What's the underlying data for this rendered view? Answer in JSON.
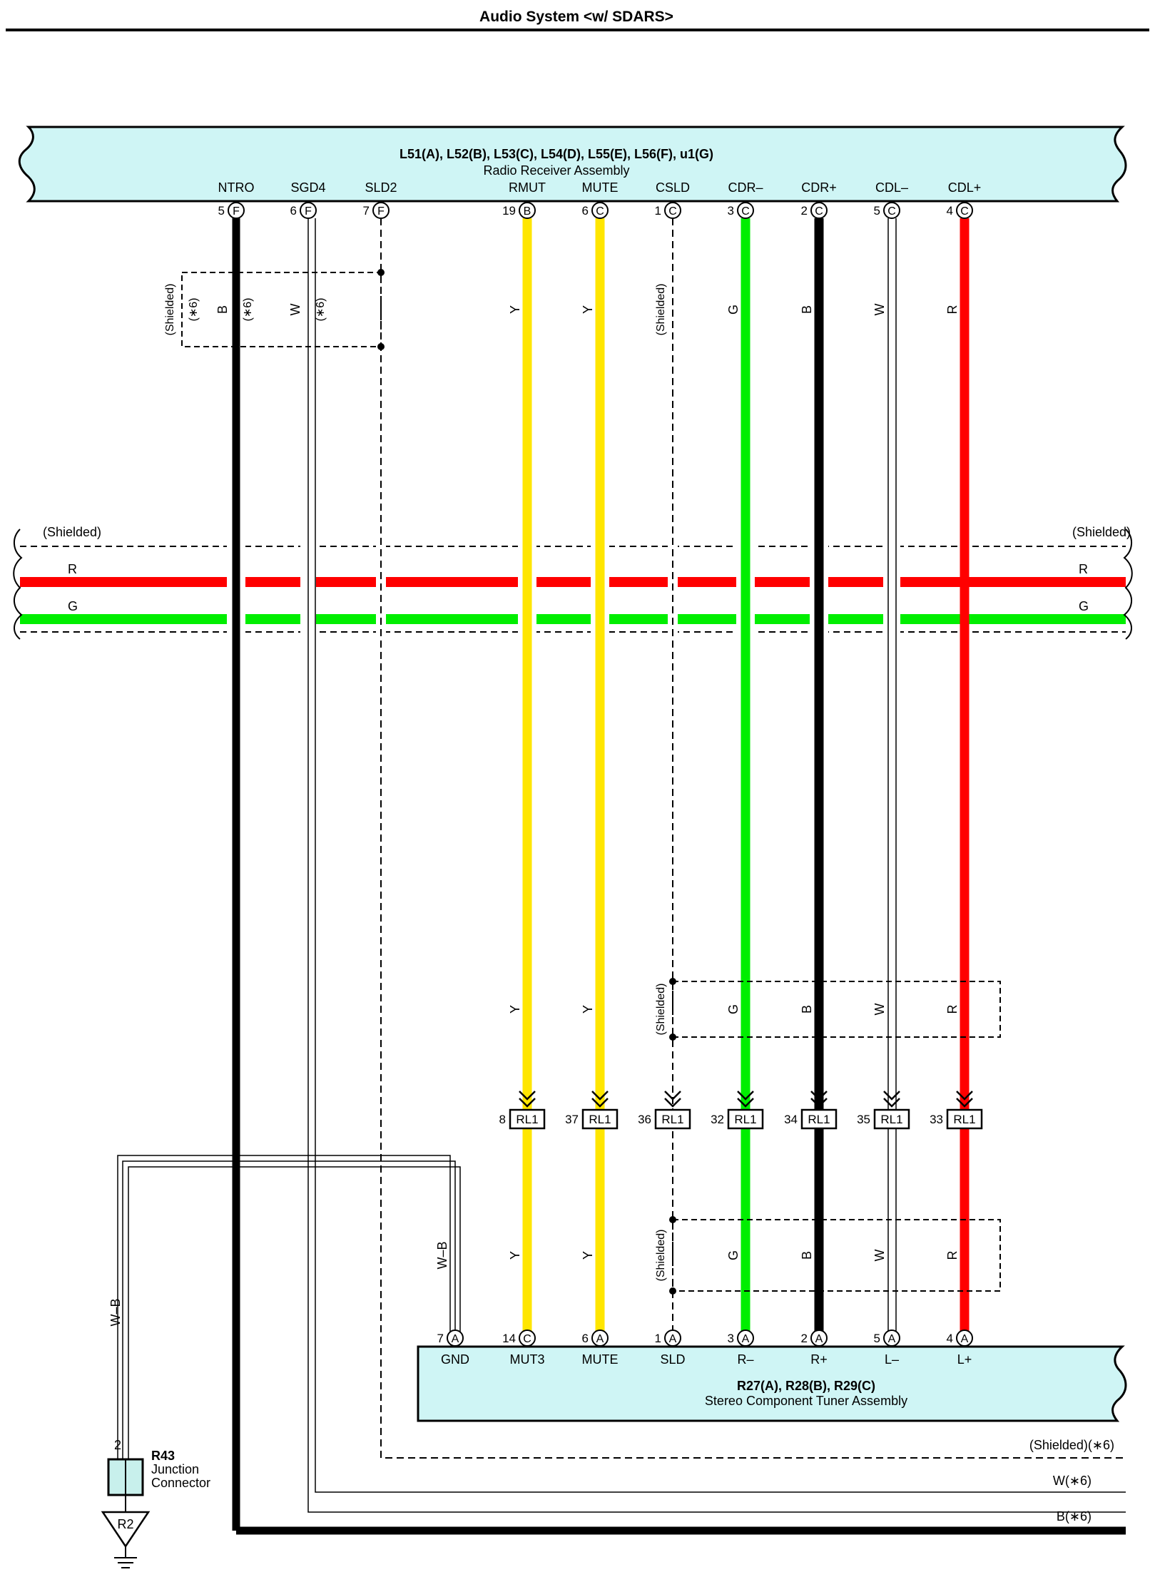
{
  "title": "Audio System <w/ SDARS>",
  "receiver": {
    "connectors": "L51(A), L52(B), L53(C), L54(D), L55(E), L56(F), u1(G)",
    "name": "Radio Receiver Assembly",
    "pins": [
      {
        "label": "NTRO",
        "num": "5",
        "conn": "F"
      },
      {
        "label": "SGD4",
        "num": "6",
        "conn": "F"
      },
      {
        "label": "SLD2",
        "num": "7",
        "conn": "F"
      },
      {
        "label": "RMUT",
        "num": "19",
        "conn": "B"
      },
      {
        "label": "MUTE",
        "num": "6",
        "conn": "C"
      },
      {
        "label": "CSLD",
        "num": "1",
        "conn": "C"
      },
      {
        "label": "CDR–",
        "num": "3",
        "conn": "C"
      },
      {
        "label": "CDR+",
        "num": "2",
        "conn": "C"
      },
      {
        "label": "CDL–",
        "num": "5",
        "conn": "C"
      },
      {
        "label": "CDL+",
        "num": "4",
        "conn": "C"
      }
    ]
  },
  "tuner": {
    "connectors": "R27(A), R28(B), R29(C)",
    "name": "Stereo Component Tuner Assembly",
    "pins": [
      {
        "label": "GND",
        "num": "7",
        "conn": "A"
      },
      {
        "label": "MUT3",
        "num": "14",
        "conn": "C"
      },
      {
        "label": "MUTE",
        "num": "6",
        "conn": "A"
      },
      {
        "label": "SLD",
        "num": "1",
        "conn": "A"
      },
      {
        "label": "R–",
        "num": "3",
        "conn": "A"
      },
      {
        "label": "R+",
        "num": "2",
        "conn": "A"
      },
      {
        "label": "L–",
        "num": "5",
        "conn": "A"
      },
      {
        "label": "L+",
        "num": "4",
        "conn": "A"
      }
    ]
  },
  "relay_connectors": [
    {
      "num": "8",
      "name": "RL1"
    },
    {
      "num": "37",
      "name": "RL1"
    },
    {
      "num": "36",
      "name": "RL1"
    },
    {
      "num": "32",
      "name": "RL1"
    },
    {
      "num": "34",
      "name": "RL1"
    },
    {
      "num": "35",
      "name": "RL1"
    },
    {
      "num": "33",
      "name": "RL1"
    }
  ],
  "upper_wire_colors": [
    "Y",
    "Y",
    "G",
    "B",
    "W",
    "R"
  ],
  "mid_wire_colors": [
    "Y",
    "Y",
    "G",
    "B",
    "W",
    "R"
  ],
  "lower_wire_colors": [
    "Y",
    "Y",
    "G",
    "B",
    "W",
    "R"
  ],
  "shield_group_top": {
    "shielded": "(Shielded)",
    "note1": "(∗6)",
    "wire1": "B",
    "note2": "(∗6)",
    "wire2": "W",
    "note3": "(∗6)"
  },
  "shielded_label": "(Shielded)",
  "bus": {
    "left_shield": "(Shielded)",
    "right_shield": "(Shielded)",
    "red_left": "R",
    "red_right": "R",
    "green_left": "G",
    "green_right": "G"
  },
  "gnd_wire_top": "W–B",
  "gnd_wire_left": "W–B",
  "junction": {
    "pin": "2",
    "id": "R43",
    "name_line1": "Junction",
    "name_line2": "Connector"
  },
  "ground_point": "R2",
  "exits": {
    "shield": "(Shielded)(∗6)",
    "white": "W(∗6)",
    "black": "B(∗6)"
  },
  "colors": {
    "red": "#ff0000",
    "green": "#00ee00",
    "yellow": "#ffe600",
    "black": "#000000",
    "box_fill": "#cff5f5",
    "junction_fill": "#c8f0ec"
  }
}
